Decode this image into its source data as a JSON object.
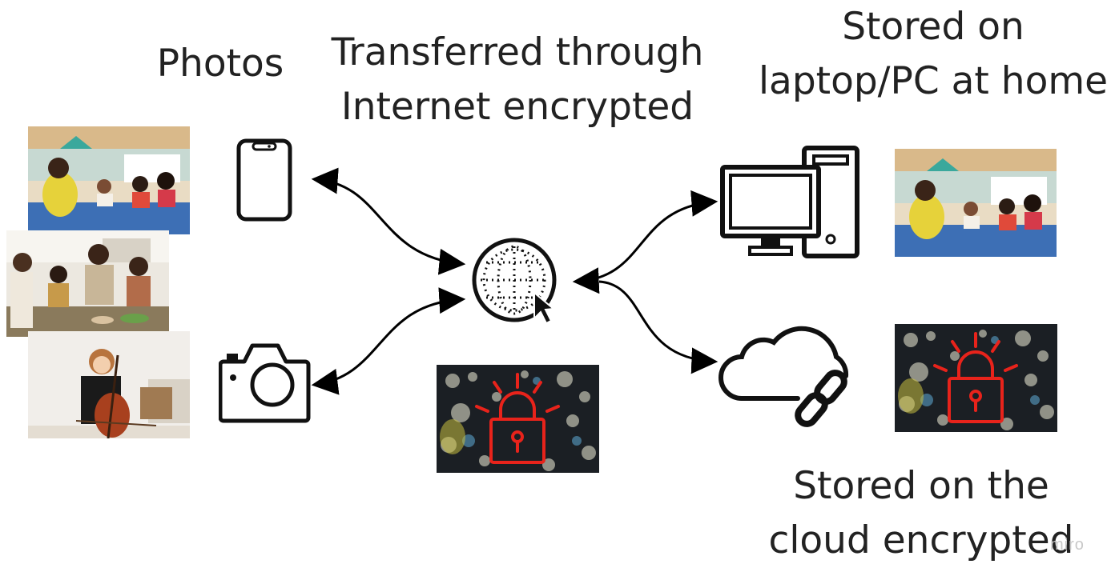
{
  "labels": {
    "photos": "Photos",
    "transfer_line1": "Transferred through",
    "transfer_line2": "Internet encrypted",
    "home_line1": "Stored on",
    "home_line2": "laptop/PC at home",
    "cloud_line1": "Stored on the",
    "cloud_line2": "cloud encrypted"
  },
  "watermark": "miro",
  "icons": {
    "phone": "smartphone-icon",
    "camera": "camera-icon",
    "internet": "globe-cursor-icon",
    "computer": "desktop-computer-icon",
    "cloud": "cloud-link-icon",
    "lock": "padlock-icon"
  },
  "colors": {
    "text": "#222222",
    "icon_stroke": "#111111",
    "lock_red": "#e8231b"
  }
}
